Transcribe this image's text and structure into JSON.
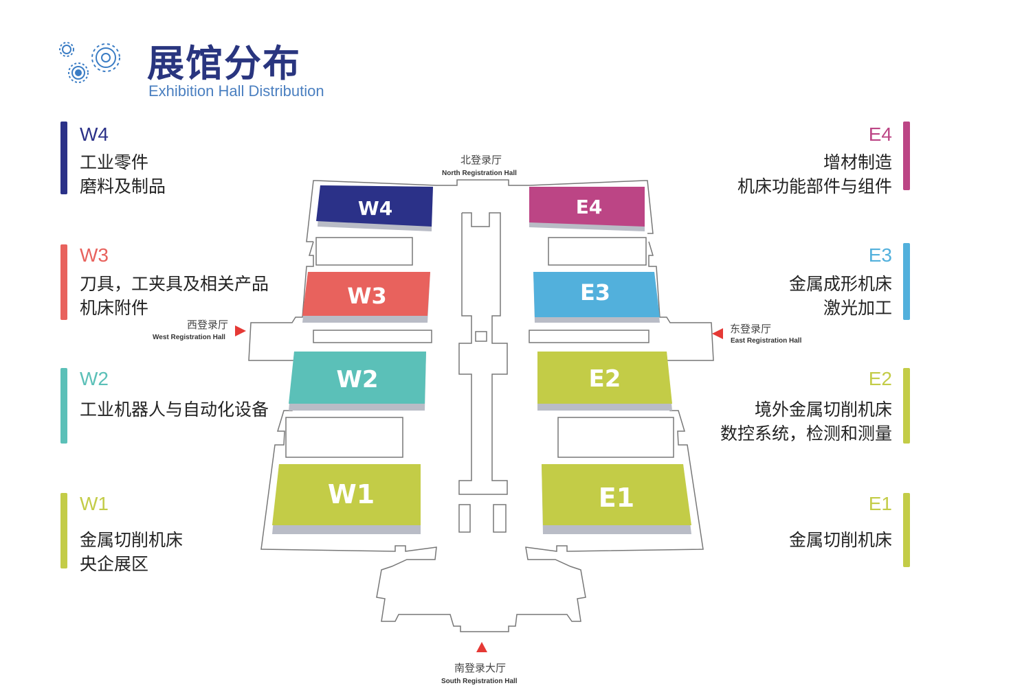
{
  "header": {
    "title_cn": "展馆分布",
    "title_en": "Exhibition Hall Distribution",
    "logo_icon": "gears-icon"
  },
  "colors": {
    "W4": "#2b3188",
    "W3": "#e8625d",
    "W2": "#5bc0b8",
    "W1": "#c3cc47",
    "E4": "#bc4585",
    "E3": "#52b0dc",
    "E2": "#c3cc47",
    "E1": "#c3cc47"
  },
  "west_legend": [
    {
      "code": "W4",
      "lines": [
        "工业零件",
        "磨料及制品"
      ]
    },
    {
      "code": "W3",
      "lines": [
        "刀具，工夹具及相关产品",
        "机床附件"
      ]
    },
    {
      "code": "W2",
      "lines": [
        "工业机器人与自动化设备"
      ]
    },
    {
      "code": "W1",
      "lines": [
        "金属切削机床",
        "央企展区"
      ]
    }
  ],
  "east_legend": [
    {
      "code": "E4",
      "lines": [
        "增材制造",
        "机床功能部件与组件"
      ]
    },
    {
      "code": "E3",
      "lines": [
        "金属成形机床",
        "激光加工"
      ]
    },
    {
      "code": "E2",
      "lines": [
        "境外金属切削机床",
        "数控系统，检测和测量"
      ]
    },
    {
      "code": "E1",
      "lines": [
        "金属切削机床"
      ]
    }
  ],
  "halls": {
    "W4": "W4",
    "W3": "W3",
    "W2": "W2",
    "W1": "W1",
    "E4": "E4",
    "E3": "E3",
    "E2": "E2",
    "E1": "E1"
  },
  "registration": {
    "north_cn": "北登录厅",
    "north_en": "North Registration Hall",
    "west_cn": "西登录厅",
    "west_en": "West Registration Hall",
    "east_cn": "东登录厅",
    "east_en": "East Registration Hall",
    "south_cn": "南登录大厅",
    "south_en": "South Registration Hall"
  }
}
